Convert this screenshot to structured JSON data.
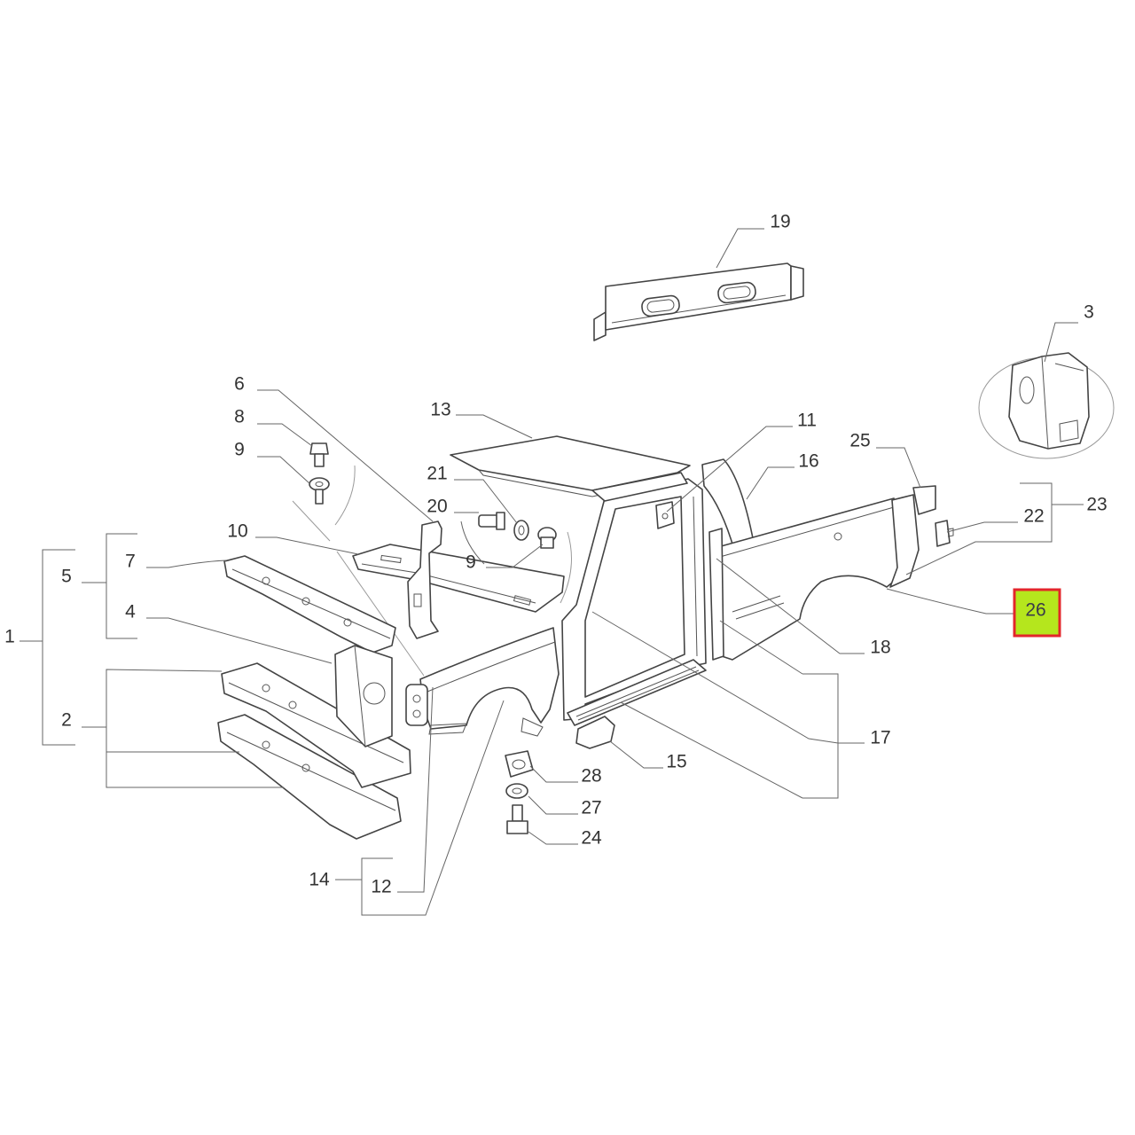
{
  "diagram": {
    "callouts": [
      "19",
      "3",
      "6",
      "8",
      "9",
      "13",
      "11",
      "16",
      "25",
      "21",
      "23",
      "22",
      "20",
      "10",
      "9",
      "5",
      "7",
      "4",
      "1",
      "2",
      "26",
      "18",
      "17",
      "15",
      "28",
      "27",
      "24",
      "14",
      "12"
    ]
  },
  "highlight": {
    "fill": "#b5e61d",
    "border": "#e3262b"
  },
  "colors": {
    "line_art": "#444444",
    "leader": "#666666",
    "label_text": "#333333",
    "background": "#ffffff"
  }
}
